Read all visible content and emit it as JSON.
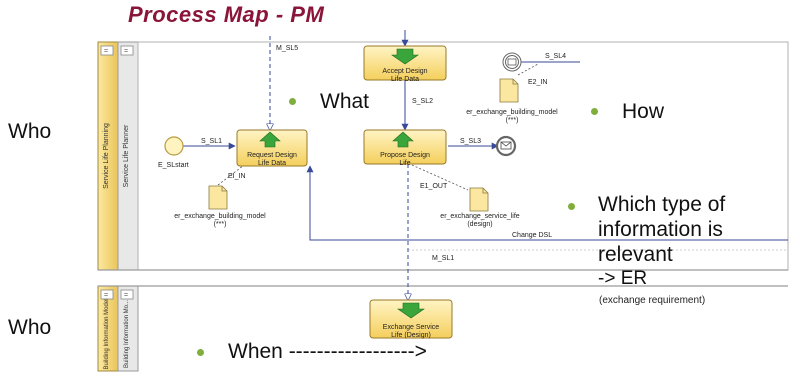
{
  "title": "Process Map - PM",
  "annotations": {
    "who_top": "Who",
    "who_bottom": "Who",
    "what": "What",
    "how": "How",
    "which_line1": "Which type of",
    "which_line2": "information is",
    "which_line3": "relevant",
    "which_line4": "-> ER",
    "which_note": "(exchange requirement)",
    "when": "When ------------------>"
  },
  "lanes": {
    "pool_top": "Service Life Planning",
    "lane_top": "Service Life Planner",
    "pool_bottom": "Building Information Model",
    "lane_bottom": "Building Information Mo...",
    "marker": "="
  },
  "tasks": {
    "accept": [
      "Accept Design",
      "Life Data"
    ],
    "request": [
      "Request Design",
      "Life Data"
    ],
    "propose": [
      "Propose Design",
      "Life"
    ],
    "exchange": [
      "Exchange Service",
      "Life (Design)"
    ]
  },
  "labels": {
    "start": "E_SLstart",
    "m_sl5": "M_SL5",
    "s_sl4": "S_SL4",
    "e2_in": "E2_IN",
    "s_sl2": "S_SL2",
    "s_sl1": "S_SL1",
    "s_sl3": "S_SL3",
    "ei_in": "EI_IN",
    "e1_out": "E1_OUT",
    "change_dsl": "Change DSL",
    "m_sl1": "M_SL1"
  },
  "data_objects": {
    "er_top": [
      "er_exchange_building_model",
      "(***)"
    ],
    "er_left": [
      "er_exchange_building_model",
      "(***)"
    ],
    "er_service": [
      "er_exchange_service_life",
      "(design)"
    ]
  },
  "colors": {
    "title": "#8b1538",
    "bullet": "#7fae3c",
    "task_fill": "#fbe08a",
    "task_stroke": "#9a7a2a",
    "lane_fill": "#f6e6a9",
    "lane_stroke": "#9a9a9a",
    "sublane_fill": "#e4e4e4"
  }
}
